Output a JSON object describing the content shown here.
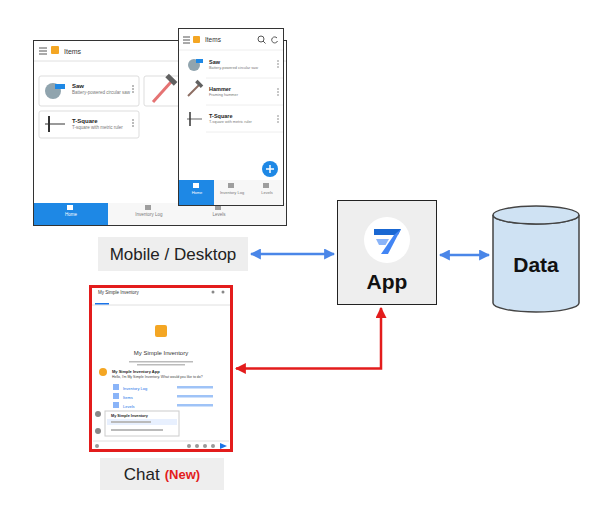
{
  "diagram": {
    "nodes": [
      {
        "text": [
          "Items",
          "Saw",
          "Battery-powered circular saw",
          "T-Square",
          "T-square with metric ruler",
          "Home",
          "Inventory Log",
          "Levels"
        ]
      },
      {
        "text": [
          "Items",
          "Saw",
          "Battery-powered circular saw",
          "Hammer",
          "Framing hammer",
          "T-Square",
          "T-square with metric ruler",
          "Home",
          "Inventory Log",
          "Levels"
        ]
      },
      {
        "text": [
          "Mobile / Desktop"
        ]
      },
      {
        "text": [
          "App"
        ]
      },
      {
        "text": [
          "Data"
        ]
      },
      {
        "text": [
          "My Simple Inventory",
          "My Simple Inventory",
          "My Simple Inventory App",
          "Hello, I'm My Simple Inventory. What would you like to do?",
          "Inventory Log",
          "Items",
          "Levels",
          "My Simple Inventory"
        ]
      },
      {
        "text": [
          "Chat",
          "(New)"
        ]
      }
    ],
    "edges": [
      {
        "from": 2,
        "to": 3,
        "arrow": "both"
      },
      {
        "from": 3,
        "to": 4,
        "arrow": "both"
      },
      {
        "from": 5,
        "to": 3,
        "arrow": "both"
      }
    ]
  }
}
